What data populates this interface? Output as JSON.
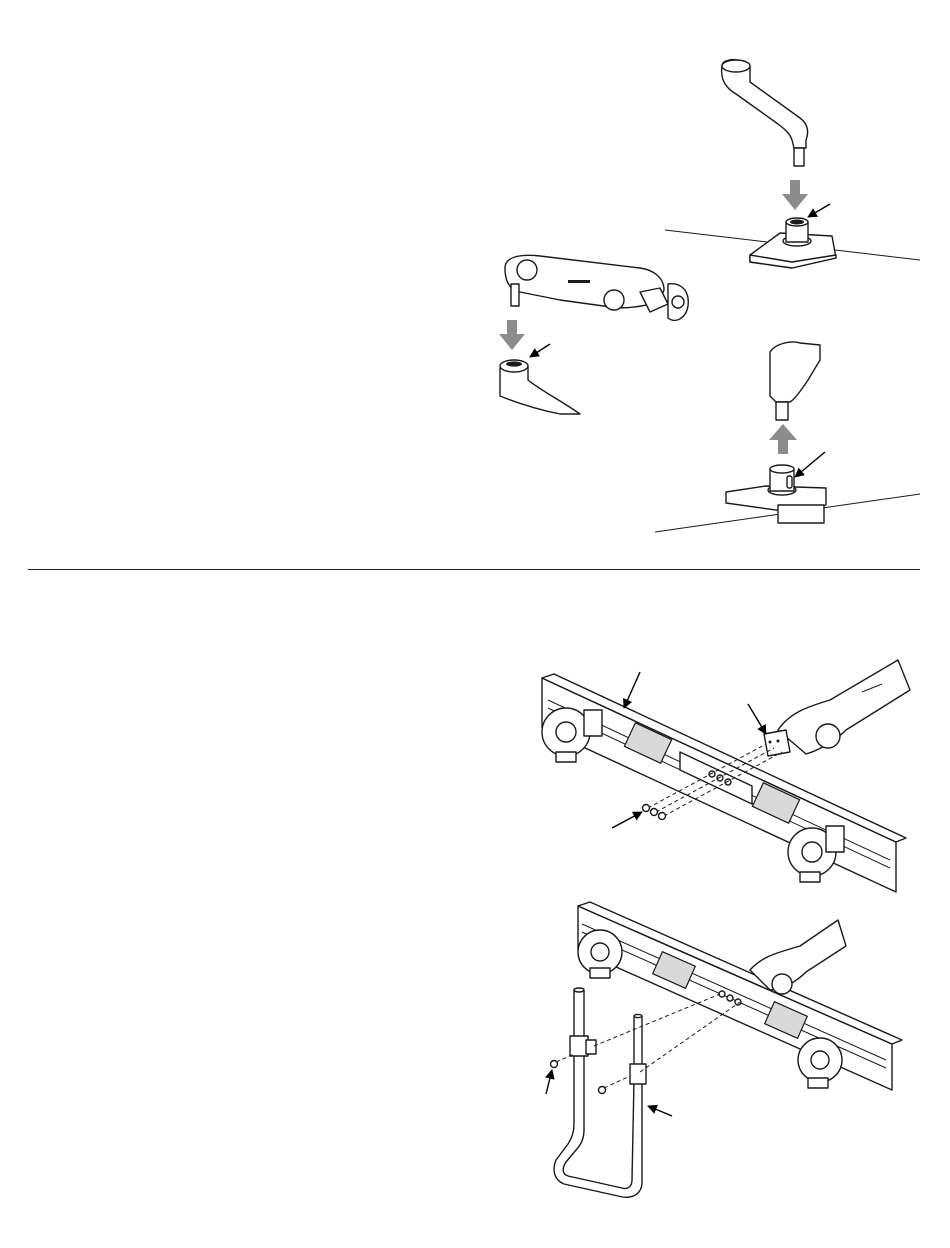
{
  "document": {
    "top_section": {
      "figures": [
        {
          "id": "arm-onto-base"
        },
        {
          "id": "arm-onto-arm"
        },
        {
          "id": "arm-lift-off-base"
        }
      ]
    },
    "bottom_section": {
      "figures": [
        {
          "id": "arm-to-dual-bar-screws"
        },
        {
          "id": "handle-to-dual-bar"
        }
      ]
    },
    "colors": {
      "line": "#1a1a1a",
      "arrow_fill": "#8c8c8c",
      "background": "#ffffff"
    }
  }
}
